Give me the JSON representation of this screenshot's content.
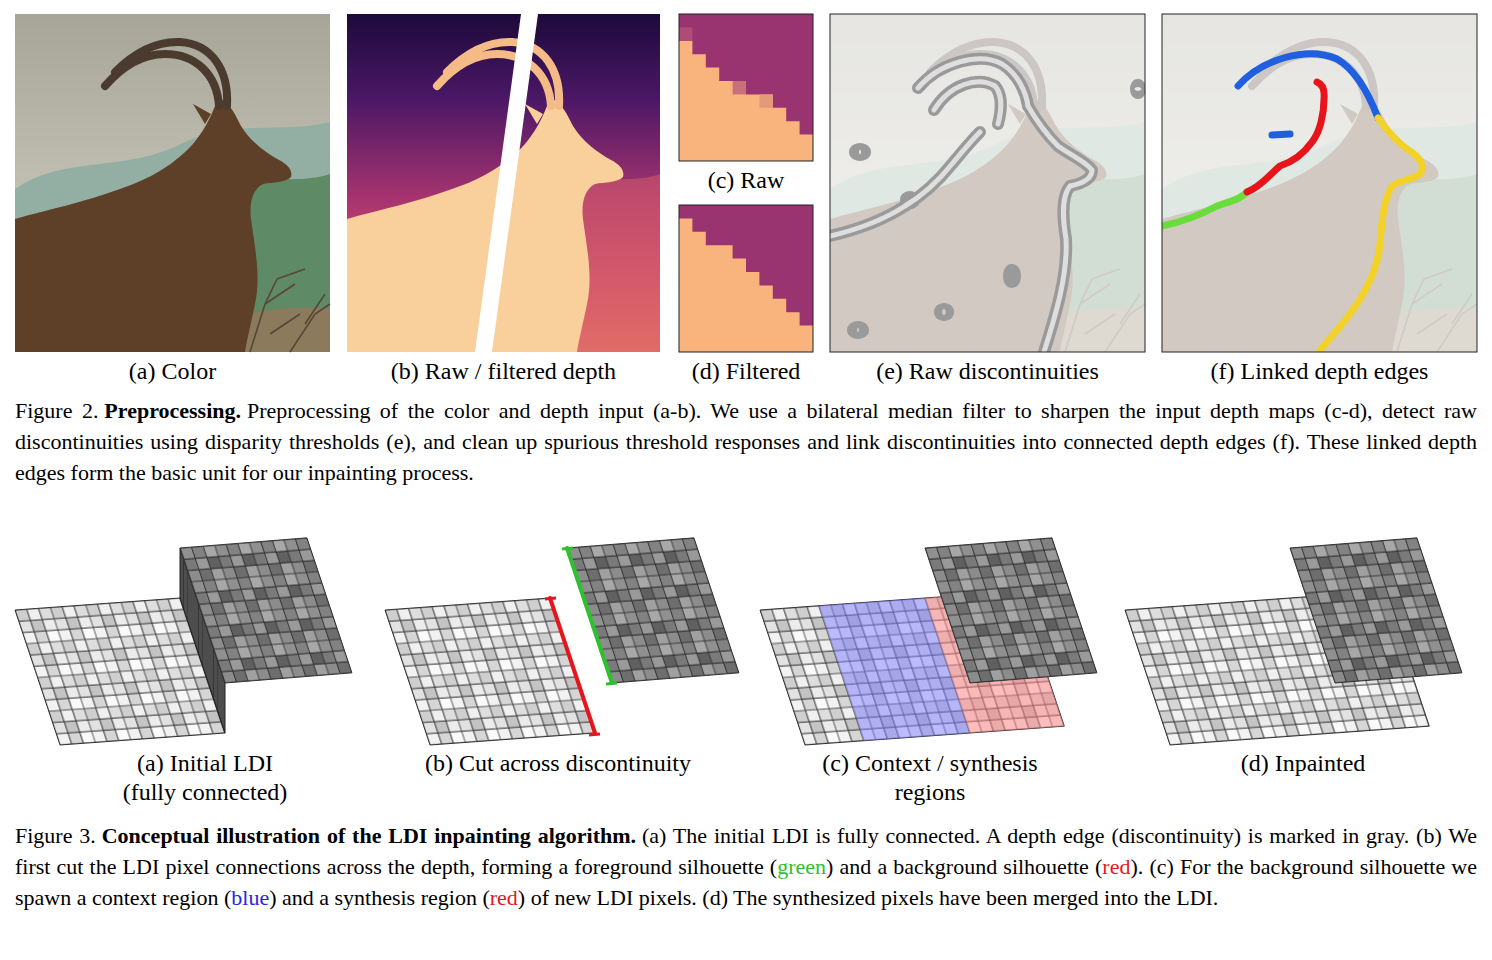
{
  "diagram": {
    "nodes": [
      {
        "text": [
          "(a) Color"
        ]
      },
      {
        "text": [
          "(b) Raw / filtered depth"
        ]
      },
      {
        "text": [
          "(c) Raw"
        ]
      },
      {
        "text": [
          "(d) Filtered"
        ]
      },
      {
        "text": [
          "(e) Raw discontinuities"
        ]
      },
      {
        "text": [
          "(f) Linked depth edges"
        ]
      },
      {
        "text": [
          "(a) Initial LDI (fully connected)"
        ]
      },
      {
        "text": [
          "(b) Cut across discontinuity"
        ]
      },
      {
        "text": [
          "(c) Context / synthesis regions"
        ]
      },
      {
        "text": [
          "(d) Inpainted"
        ]
      }
    ],
    "labels": [
      "Figure 2.",
      "Preprocessing.",
      "Preprocessing of the color and depth input (a-b). We use a bilateral median filter to sharpen the input depth maps (c-d), detect raw discontinuities using disparity thresholds (e), and clean up spurious threshold responses and link discontinuities into connected depth edges (f). These linked depth edges form the basic unit for our inpainting process.",
      "Figure 3.",
      "Conceptual illustration of the LDI inpainting algorithm.",
      "(a) The initial LDI is fully connected. A depth edge (discontinuity) is marked in gray. (b) We first cut the LDI pixel connections across the depth, forming a foreground silhouette (",
      "green",
      ") and a background silhouette (",
      "red",
      "). (c) For the background silhouette we spawn a context region (",
      "blue",
      ") and a synthesis region (",
      "red",
      ") of new LDI pixels. (d) The synthesized pixels have been merged into the LDI."
    ]
  }
}
